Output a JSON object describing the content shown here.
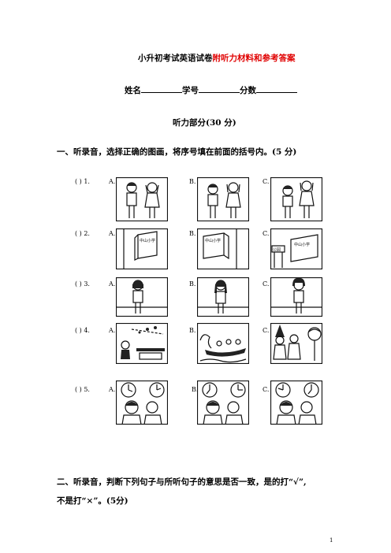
{
  "title": {
    "black": "小升初考试英语试卷",
    "red": "附听力材料和参考答案"
  },
  "info": {
    "name_label": "姓名",
    "id_label": "学号",
    "score_label": "分数"
  },
  "subtitle": "听力部分(30 分)",
  "section1": {
    "heading": "一、听录音，选择正确的图画，将序号填在前面的括号内。(5 分)"
  },
  "questions": [
    {
      "num": "(      ) 1.",
      "options": [
        "A.",
        "B.",
        "C."
      ]
    },
    {
      "num": "(      ) 2.",
      "options": [
        "A.",
        "B.",
        "C."
      ]
    },
    {
      "num": "(      ) 3.",
      "options": [
        "A.",
        "B.",
        "C."
      ]
    },
    {
      "num": "(      ) 4.",
      "options": [
        "A.",
        "B.",
        "C."
      ]
    },
    {
      "num": "(      ) 5.",
      "options": [
        "A.",
        "B.",
        "C."
      ]
    }
  ],
  "sign_texts": {
    "school_sign": "中山小学",
    "park_sign": "公园"
  },
  "section2": {
    "line1": "二、听录音，判断下列句子与所听句子的意思是否一致，是的打“√”,",
    "line2": "不是打“×”。(5分)"
  },
  "page_number": "1"
}
